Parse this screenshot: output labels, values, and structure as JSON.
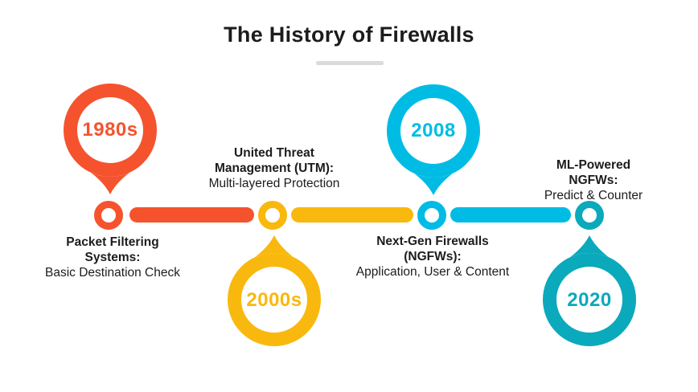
{
  "title": "The History of Firewalls",
  "colors": {
    "orange": "#F5532D",
    "yellow": "#F9B80E",
    "cyan": "#00BCE5",
    "teal": "#0BA9BC",
    "underline": "#DBDBDB",
    "text": "#1C1C1C"
  },
  "timeline": {
    "segments": [
      {
        "color": "#F5532D"
      },
      {
        "color": "#F9B80E"
      },
      {
        "color": "#00BCE5"
      }
    ]
  },
  "milestones": [
    {
      "year": "1980s",
      "heading": "Packet Filtering\nSystems:",
      "description": "Basic Destination Check",
      "color": "#F5532D",
      "pin_placement": "above-line"
    },
    {
      "year": "2000s",
      "heading": "United Threat\nManagement (UTM):",
      "description": "Multi-layered Protection",
      "color": "#F9B80E",
      "pin_placement": "below-line"
    },
    {
      "year": "2008",
      "heading": "Next-Gen Firewalls\n(NGFWs):",
      "description": "Application, User & Content",
      "color": "#00BCE5",
      "pin_placement": "above-line"
    },
    {
      "year": "2020",
      "heading": "ML-Powered NGFWs:",
      "description": "Predict & Counter",
      "color": "#0BA9BC",
      "pin_placement": "below-line"
    }
  ]
}
